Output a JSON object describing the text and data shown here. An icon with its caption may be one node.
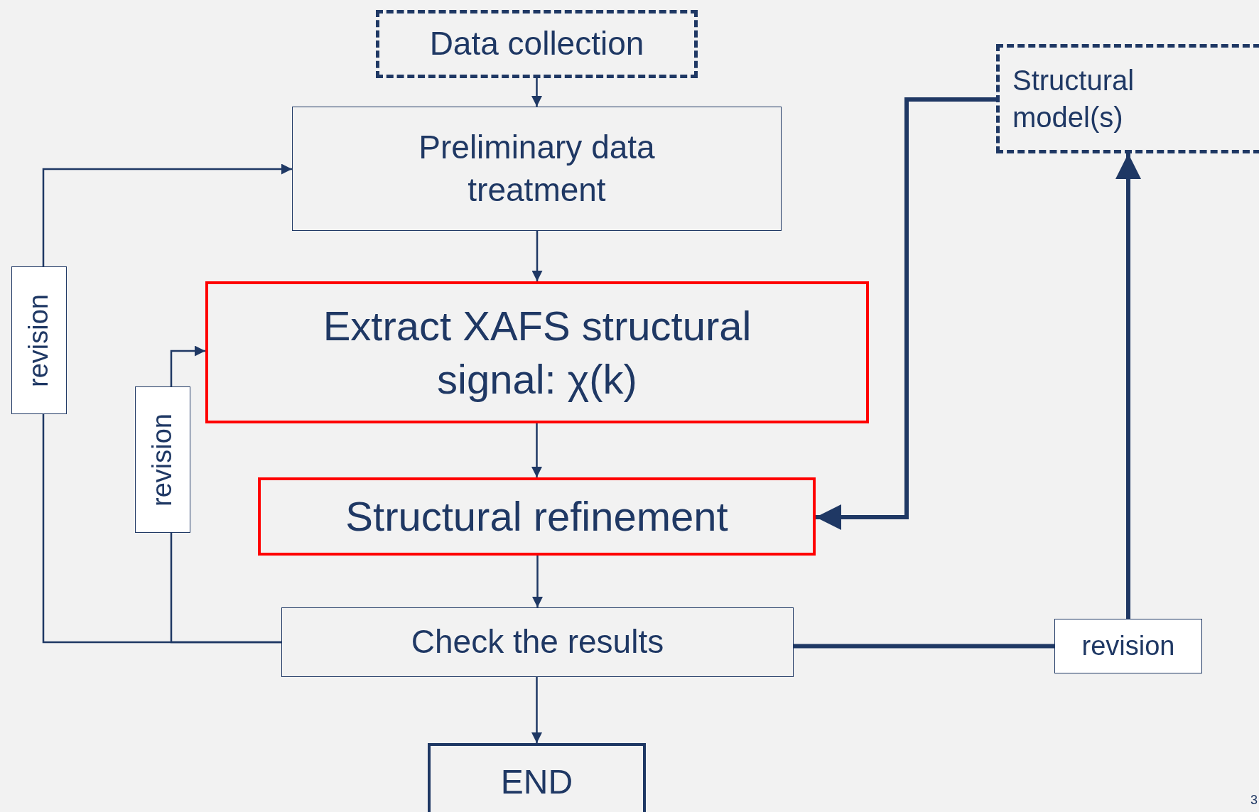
{
  "diagram": {
    "nodes": [
      {
        "text": [
          "Data collection"
        ]
      },
      {
        "text": [
          "Preliminary data treatment"
        ]
      },
      {
        "text": [
          "Extract XAFS structural signal: χ(k)"
        ]
      },
      {
        "text": [
          "Structural refinement"
        ]
      },
      {
        "text": [
          "Check the results"
        ]
      },
      {
        "text": [
          "END"
        ]
      },
      {
        "text": [
          "Structural model(s)"
        ]
      },
      {
        "text": [
          "revision"
        ]
      },
      {
        "text": [
          "revision"
        ]
      },
      {
        "text": [
          "revision"
        ]
      }
    ],
    "edges": [
      {
        "from": 0,
        "to": 1,
        "arrow": "to"
      },
      {
        "from": 1,
        "to": 2,
        "arrow": "to"
      },
      {
        "from": 2,
        "to": 3,
        "arrow": "to"
      },
      {
        "from": 3,
        "to": 4,
        "arrow": "to"
      },
      {
        "from": 4,
        "to": 5,
        "arrow": "to"
      },
      {
        "from": 4,
        "to": 7,
        "arrow": "none"
      },
      {
        "from": 7,
        "to": 1,
        "arrow": "to"
      },
      {
        "from": 4,
        "to": 8,
        "arrow": "none"
      },
      {
        "from": 8,
        "to": 2,
        "arrow": "to"
      },
      {
        "from": 4,
        "to": 9,
        "arrow": "none",
        "style": "thick"
      },
      {
        "from": 9,
        "to": 6,
        "arrow": "to",
        "style": "thick"
      },
      {
        "from": 6,
        "to": 3,
        "arrow": "to",
        "style": "thick"
      }
    ],
    "labels": [
      "3"
    ]
  }
}
